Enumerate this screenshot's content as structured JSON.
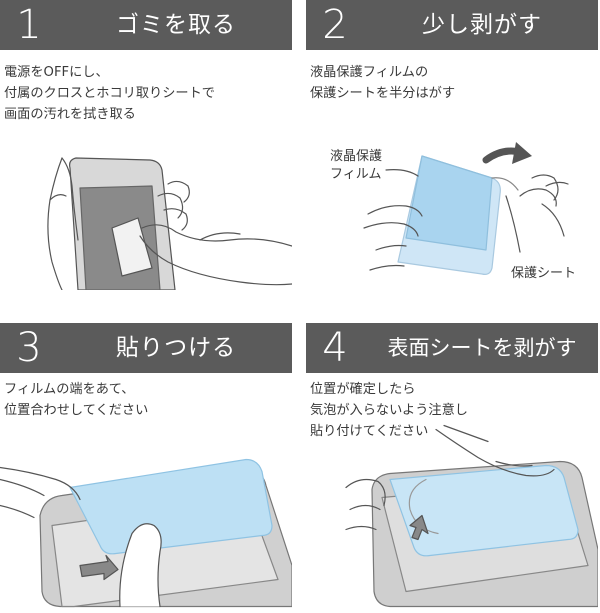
{
  "steps": [
    {
      "number": "1",
      "title": "ゴミを取る",
      "description": "電源をOFFにし、\n付属のクロスとホコリ取りシートで\n画面の汚れを拭き取る"
    },
    {
      "number": "2",
      "title": "少し剥がす",
      "description": "液晶保護フィルムの\n保護シートを半分はがす",
      "labels": {
        "film": "液晶保護\nフィルム",
        "sheet": "保護シート"
      }
    },
    {
      "number": "3",
      "title": "貼りつける",
      "description": "フィルムの端をあて、\n位置合わせしてください"
    },
    {
      "number": "4",
      "title": "表面シートを剥がす",
      "description": "位置が確定したら\n気泡が入らないよう注意し\n貼り付けてください"
    }
  ],
  "colors": {
    "header_bg": "#5b5b5b",
    "header_text": "#ffffff",
    "film_blue": "#a9d4ef",
    "screen_gray": "#8a8a8a",
    "outline": "#555555"
  }
}
